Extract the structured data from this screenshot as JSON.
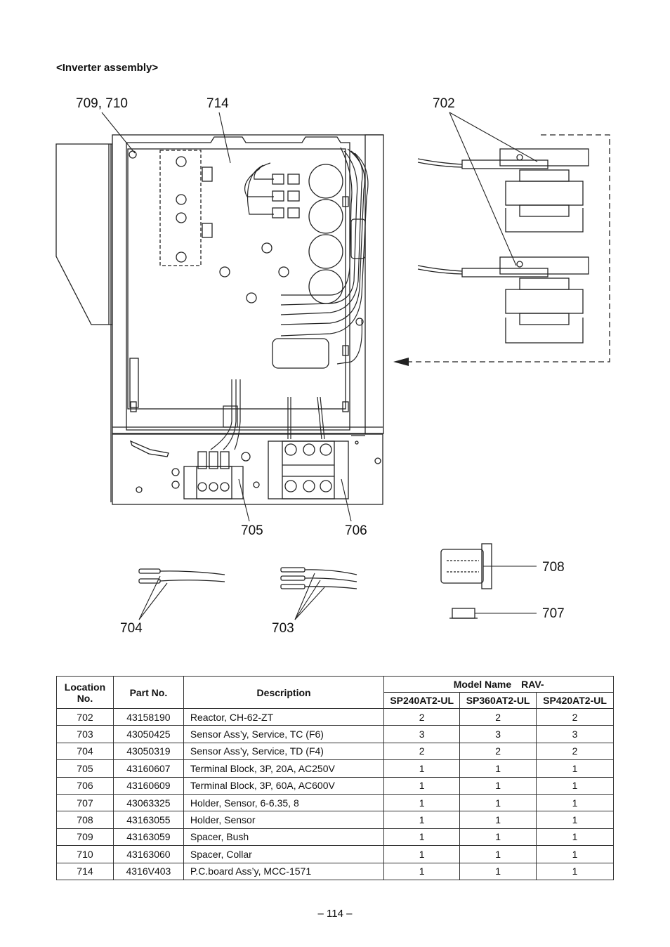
{
  "section_title": "<Inverter assembly>",
  "callouts": {
    "c709_710": "709, 710",
    "c714": "714",
    "c702": "702",
    "c705": "705",
    "c706": "706",
    "c708": "708",
    "c707": "707",
    "c704": "704",
    "c703": "703"
  },
  "table": {
    "headers": {
      "location": "Location No.",
      "part_no": "Part No.",
      "description": "Description",
      "model_name": "Model Name RAV-",
      "models": [
        "SP240AT2-UL",
        "SP360AT2-UL",
        "SP420AT2-UL"
      ]
    },
    "rows": [
      {
        "loc": "702",
        "part": "43158190",
        "desc": "Reactor, CH-62-ZT",
        "q": [
          "2",
          "2",
          "2"
        ]
      },
      {
        "loc": "703",
        "part": "43050425",
        "desc": "Sensor Ass’y, Service, TC (F6)",
        "q": [
          "3",
          "3",
          "3"
        ]
      },
      {
        "loc": "704",
        "part": "43050319",
        "desc": "Sensor Ass’y, Service, TD (F4)",
        "q": [
          "2",
          "2",
          "2"
        ]
      },
      {
        "loc": "705",
        "part": "43160607",
        "desc": "Terminal Block, 3P, 20A, AC250V",
        "q": [
          "1",
          "1",
          "1"
        ]
      },
      {
        "loc": "706",
        "part": "43160609",
        "desc": "Terminal Block, 3P, 60A, AC600V",
        "q": [
          "1",
          "1",
          "1"
        ]
      },
      {
        "loc": "707",
        "part": "43063325",
        "desc": "Holder, Sensor, 6-6.35, 8",
        "q": [
          "1",
          "1",
          "1"
        ]
      },
      {
        "loc": "708",
        "part": "43163055",
        "desc": "Holder, Sensor",
        "q": [
          "1",
          "1",
          "1"
        ]
      },
      {
        "loc": "709",
        "part": "43163059",
        "desc": "Spacer, Bush",
        "q": [
          "1",
          "1",
          "1"
        ]
      },
      {
        "loc": "710",
        "part": "43163060",
        "desc": "Spacer, Collar",
        "q": [
          "1",
          "1",
          "1"
        ]
      },
      {
        "loc": "714",
        "part": "4316V403",
        "desc": "P.C.board Ass’y, MCC-1571",
        "q": [
          "1",
          "1",
          "1"
        ]
      }
    ]
  },
  "page_number": "– 114 –"
}
